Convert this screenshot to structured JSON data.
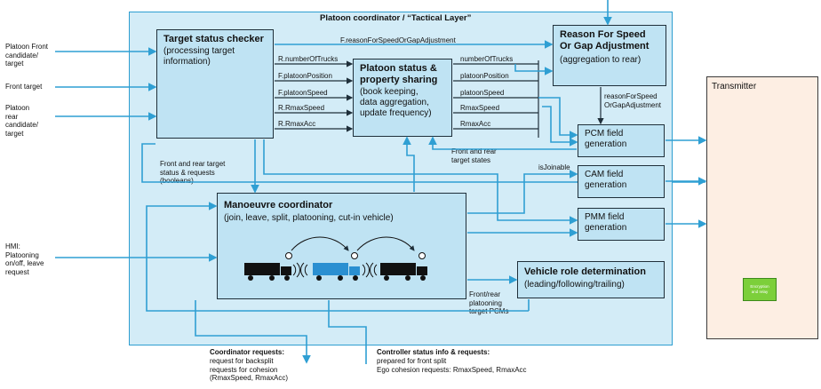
{
  "coordinator": {
    "title": "Platoon coordinator / “Tactical Layer”"
  },
  "target_status": {
    "title": "Target status checker",
    "sub": "(processing target\ninformation)"
  },
  "platoon_status": {
    "title": "Platoon status &\nproperty sharing",
    "sub": "(book keeping,\ndata aggregation,\nupdate frequency)"
  },
  "reason": {
    "title": "Reason For Speed\nOr Gap Adjustment",
    "sub": "(aggregation to rear)"
  },
  "pcm": {
    "title": "PCM field\ngeneration"
  },
  "cam": {
    "title": "CAM field\ngeneration"
  },
  "pmm": {
    "title": "PMM field\ngeneration"
  },
  "manoeuvre": {
    "title": "Manoeuvre coordinator",
    "sub": "(join, leave, split, platooning, cut-in vehicle)"
  },
  "vehicle_role": {
    "title": "Vehicle role determination",
    "sub": "(leading/following/trailing)"
  },
  "transmitter": {
    "title": "Transmitter",
    "badge": "Encryption\nand relay"
  },
  "inputs": {
    "front_candidate": "Platoon Front\ncandidate/\ntarget",
    "front_target": "Front target",
    "rear_candidate": "Platoon\nrear\ncandidate/\ntarget",
    "hmi": "HMI:\nPlatooning\non/off, leave\nrequest"
  },
  "signals": {
    "f_reason": "F.reasonForSpeedOrGapAdjustment",
    "r_num": "R.numberOfTrucks",
    "f_pos": "F.platoonPosition",
    "f_speed": "F.platoonSpeed",
    "r_rmax_speed": "R.RmaxSpeed",
    "r_rmax_acc": "R.RmaxAcc",
    "num": "numberOfTrucks",
    "pos": "platoonPosition",
    "speed": "platoonSpeed",
    "rmax_speed": "RmaxSpeed",
    "rmax_acc": "RmaxAcc",
    "reason_out": "reasonForSpeed\nOrGapAdjustment",
    "fr_states": "Front and rear\ntarget states",
    "is_joinable": "isJoinable",
    "fr_requests": "Front and rear target\nstatus & requests\n(booleans)",
    "front_rear_pcms": "Front/rear\nplatooning\ntarget PCMs"
  },
  "bottom": {
    "coord_title": "Coordinator requests:",
    "coord_body": "request for backsplit\nrequests for cohesion\n(RmaxSpeed, RmaxAcc)",
    "ctrl_title": "Controller status info & requests:",
    "ctrl_body": "prepared for front split\nEgo cohesion requests: RmaxSpeed, RmaxAcc"
  },
  "colors": {
    "arrow": "#2f9fd3",
    "line": "#1f2f3a",
    "box": "#bfe3f3",
    "panel": "#d3ecf7",
    "truck_blue": "#2a8fd1"
  }
}
